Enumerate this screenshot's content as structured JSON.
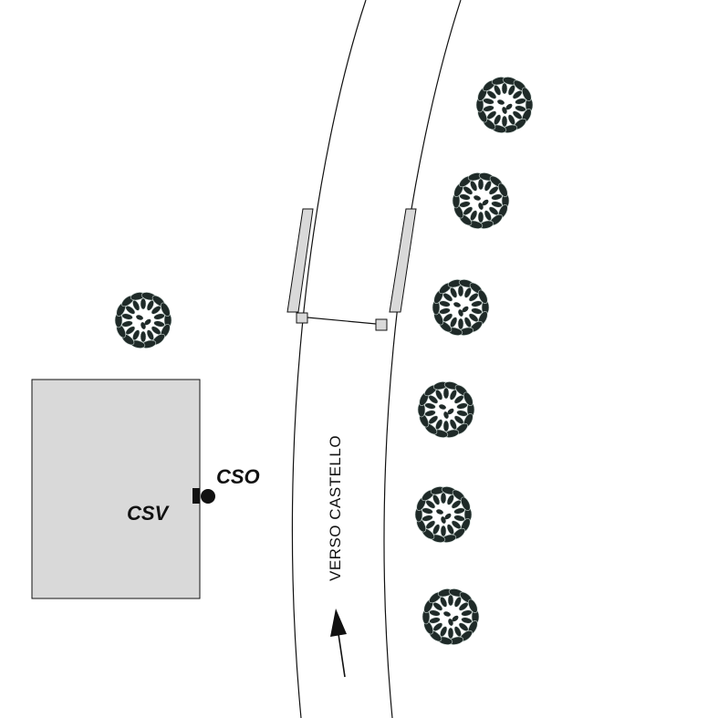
{
  "labels": {
    "cso": "CSO",
    "csv": "CSV",
    "road_direction": "VERSO CASTELLO"
  },
  "colors": {
    "building_fill": "#d9d9d9",
    "platform_fill": "#d9d9d9",
    "line": "#111111",
    "tree_leaf": "#1f2a28",
    "background": "#ffffff"
  },
  "icons": {
    "tree": "tree-canopy-icon",
    "arrow": "direction-arrow-icon",
    "cso_marker": "filled-circle-marker",
    "csv_marker": "filled-rectangle-marker"
  }
}
